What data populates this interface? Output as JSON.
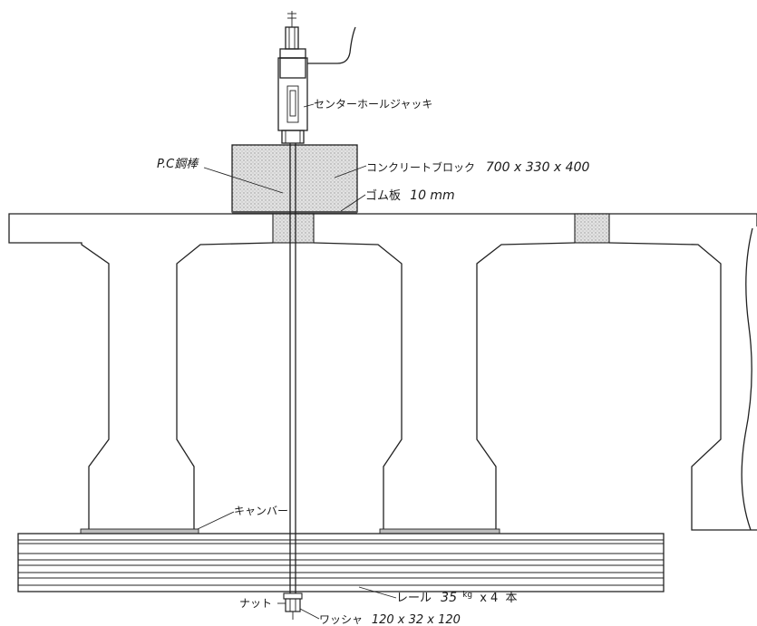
{
  "labels": {
    "jack": "センターホールジャッキ",
    "pc_bar": "P.C鋼棒",
    "concrete_block": "コンクリートブロック",
    "concrete_block_dims": "700 x 330 x 400",
    "rubber_plate": "ゴム板",
    "rubber_plate_dims": "10 mm",
    "camber": "キャンバー",
    "rail": "レール",
    "rail_spec_num": "35",
    "rail_spec_unit": "kg",
    "rail_spec_qty": "x 4",
    "rail_spec_suffix": "本",
    "nut": "ナット",
    "washer": "ワッシャ",
    "washer_dims": "120 x 32 x 120"
  },
  "colors": {
    "line": "#222222",
    "hatch": "#cfcfcf",
    "background": "#ffffff"
  }
}
